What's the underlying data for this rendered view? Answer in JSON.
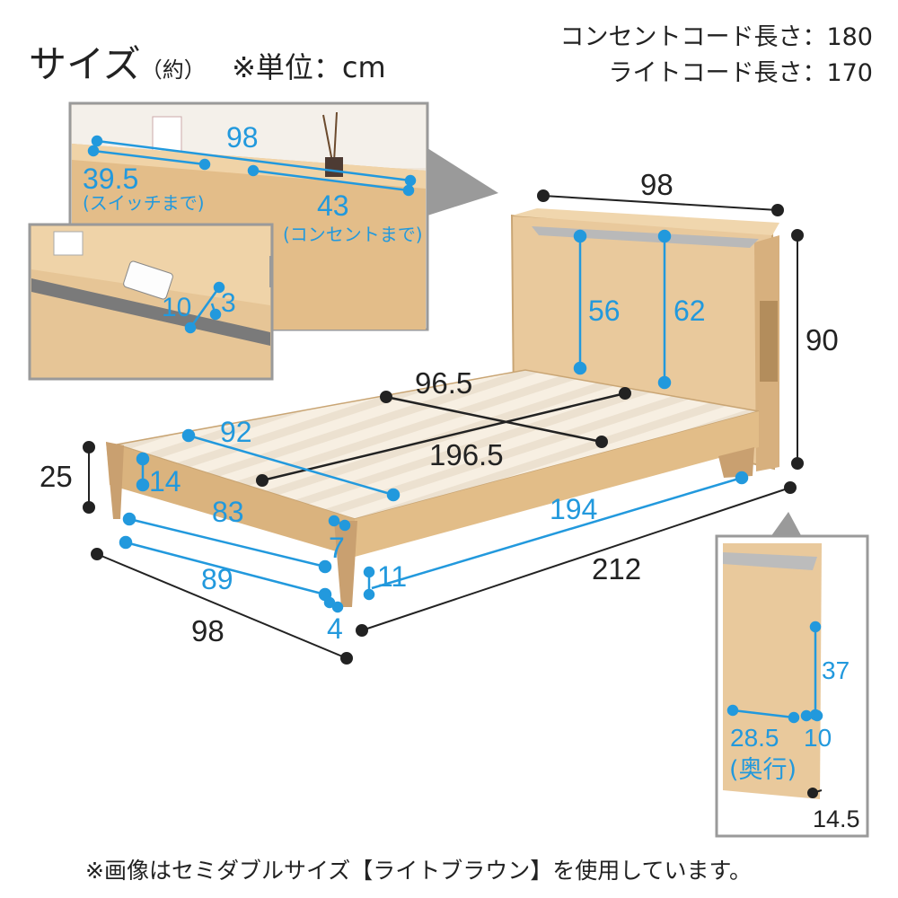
{
  "title": {
    "main": "サイズ",
    "approx": "（約）",
    "unit": "※単位：cm"
  },
  "cords": [
    {
      "label": "コンセントコード長さ：180"
    },
    {
      "label": "ライトコード長さ：170"
    }
  ],
  "footnote": "※画像はセミダブルサイズ【ライトブラウン】を使用しています。",
  "dimensions": {
    "bed_length": "212",
    "bed_width": "98",
    "headboard_width": "98",
    "headboard_height": "90",
    "frame_height": "25",
    "headboard_56": "56",
    "headboard_62": "62",
    "slat_width": "96.5",
    "slat_length": "196.5",
    "inner_92": "92",
    "inner_14": "14",
    "inner_83": "83",
    "inner_89": "89",
    "inner_7": "7",
    "inner_4": "4",
    "inner_11": "11",
    "inner_194": "194"
  },
  "inset_top": {
    "width": "98",
    "switch_dist": "39.5",
    "switch_note": "(スイッチまで)",
    "outlet_dist": "43",
    "outlet_note": "(コンセントまで)"
  },
  "inset_phone": {
    "slot_w": "10",
    "slot_d": "3"
  },
  "inset_side": {
    "height": "37",
    "depth": "28.5",
    "depth_note": "(奥行)",
    "shelf": "10",
    "base": "14.5"
  },
  "colors": {
    "dimension_blue": "#2299dd",
    "wood": "#e6c596",
    "wood_dark": "#c9a574"
  }
}
